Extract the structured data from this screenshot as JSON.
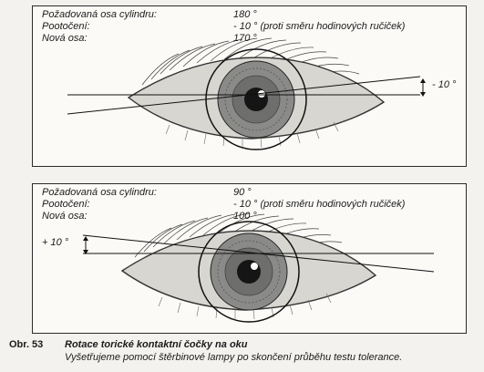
{
  "panels": [
    {
      "required_axis_label": "Požadovaná osa cylindru:",
      "required_axis_value": "180 °",
      "rotation_label": "Pootočení:",
      "rotation_value": "- 10 ° (proti směru hodinových ručiček)",
      "new_axis_label": "Nová osa:",
      "new_axis_value": "170 °",
      "angle_marker": "- 10 °"
    },
    {
      "required_axis_label": "Požadovaná osa cylindru:",
      "required_axis_value": "90 °",
      "rotation_label": "Pootočení:",
      "rotation_value": "- 10 ° (proti směru hodinových ručiček)",
      "new_axis_label": "Nová osa:",
      "new_axis_value": "100 °",
      "angle_marker": "+ 10 °"
    }
  ],
  "caption": {
    "figure_number": "Obr. 53",
    "title": "Rotace torické kontaktní čočky na oku",
    "description": "Vyšetřujeme pomocí štěrbinové lampy po skončení průběhu testu tolerance."
  }
}
